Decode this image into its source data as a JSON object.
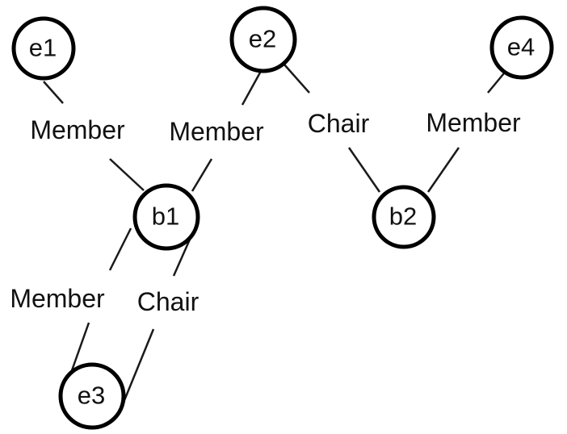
{
  "nodes": {
    "e1": "e1",
    "e2": "e2",
    "e3": "e3",
    "e4": "e4",
    "b1": "b1",
    "b2": "b2"
  },
  "edges": [
    {
      "from": "e1",
      "to": "b1",
      "label": "Member"
    },
    {
      "from": "e2",
      "to": "b1",
      "label": "Member"
    },
    {
      "from": "e2",
      "to": "b2",
      "label": "Chair"
    },
    {
      "from": "e4",
      "to": "b2",
      "label": "Member"
    },
    {
      "from": "b1",
      "to": "e3",
      "label": "Member"
    },
    {
      "from": "b1",
      "to": "e3",
      "label": "Chair"
    }
  ]
}
